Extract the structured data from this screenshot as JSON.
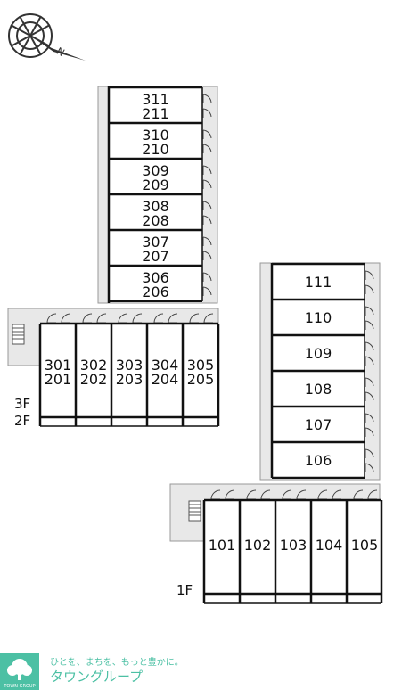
{
  "compass": {
    "north_label": "N"
  },
  "buildings": [
    {
      "id": "upper-block",
      "rooms": [
        {
          "label": "311\n211"
        },
        {
          "label": "310\n210"
        },
        {
          "label": "309\n209"
        },
        {
          "label": "308\n208"
        },
        {
          "label": "307\n207"
        },
        {
          "label": "306\n206"
        }
      ]
    },
    {
      "id": "upper-row",
      "rooms": [
        {
          "label": "301\n201"
        },
        {
          "label": "302\n202"
        },
        {
          "label": "303\n203"
        },
        {
          "label": "304\n204"
        },
        {
          "label": "305\n205"
        }
      ]
    },
    {
      "id": "lower-block",
      "rooms": [
        {
          "label": "111"
        },
        {
          "label": "110"
        },
        {
          "label": "109"
        },
        {
          "label": "108"
        },
        {
          "label": "107"
        },
        {
          "label": "106"
        }
      ]
    },
    {
      "id": "lower-row",
      "rooms": [
        {
          "label": "101"
        },
        {
          "label": "102"
        },
        {
          "label": "103"
        },
        {
          "label": "104"
        },
        {
          "label": "105"
        }
      ]
    }
  ],
  "floor_labels": {
    "upper_top": "3F",
    "upper_bottom": "2F",
    "lower": "1F"
  },
  "brand": {
    "tagline": "ひとを、まちを、もっと豊かに。",
    "name": "タウングループ",
    "logo_text": "TOWN GROUP",
    "color": "#4cc0a4"
  }
}
